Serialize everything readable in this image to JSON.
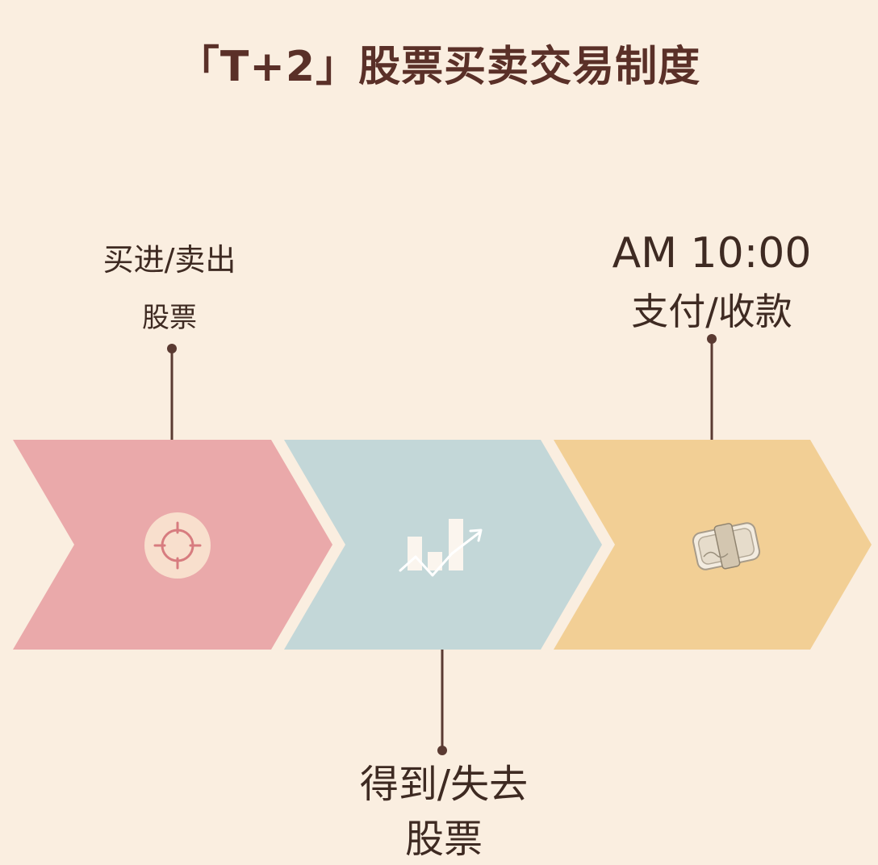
{
  "title": "「T+2」股票买卖交易制度",
  "steps": [
    {
      "label_line1": "买进/卖出",
      "label_line2": "股票",
      "icon": "target-crosshair-icon",
      "color": "#eaa9aa"
    },
    {
      "label_line1": "得到/失去",
      "label_line2": "股票",
      "icon": "bar-chart-trend-icon",
      "color": "#c3d7d8"
    },
    {
      "label_line1": "AM 10:00",
      "label_line2": "支付/收款",
      "icon": "money-bundle-icon",
      "color": "#f2cf95"
    }
  ],
  "colors": {
    "background": "#faeee0",
    "title": "#5a3028",
    "connector": "#5a3a32"
  }
}
